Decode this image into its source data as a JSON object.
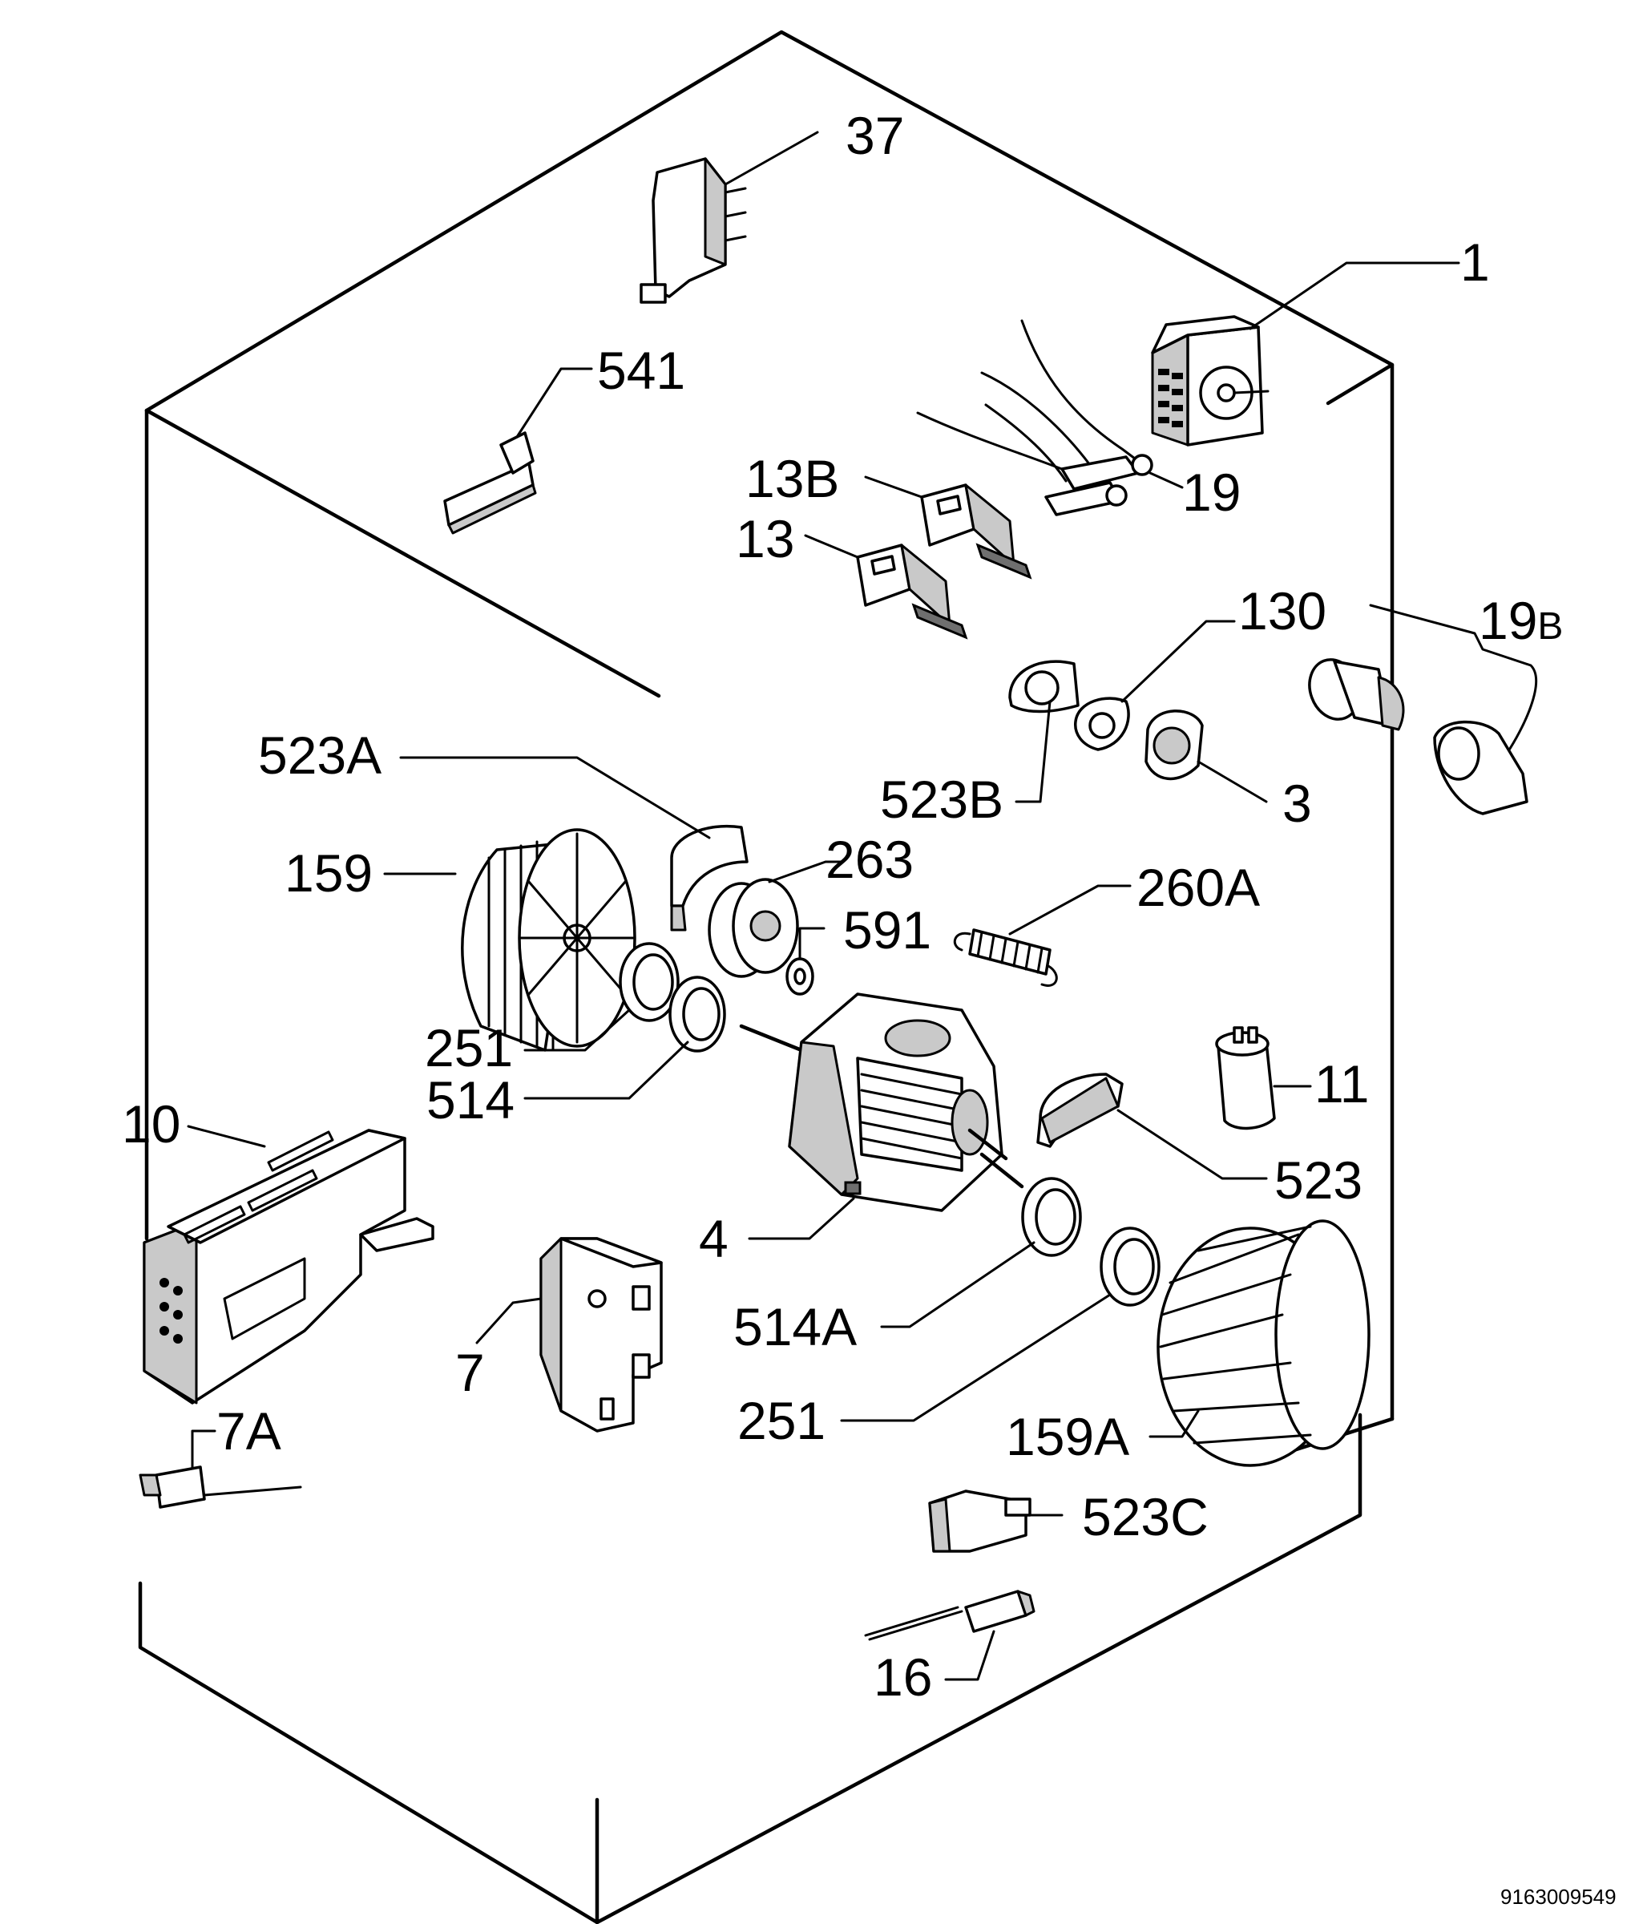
{
  "labels": {
    "p37": "37",
    "p1": "1",
    "p541": "541",
    "p13b": "13B",
    "p13": "13",
    "p19": "19",
    "p130": "130",
    "p19b_num": "19",
    "p19b_suffix": "B",
    "p523b": "523B",
    "p3": "3",
    "p523a": "523A",
    "p159": "159",
    "p263": "263",
    "p591": "591",
    "p260a": "260A",
    "p251a": "251",
    "p514": "514",
    "p11": "11",
    "p10": "10",
    "p523": "523",
    "p4": "4",
    "p514a": "514A",
    "p7": "7",
    "p251b": "251",
    "p159a": "159A",
    "p7a": "7A",
    "p523c": "523C",
    "p16": "16"
  },
  "document_number": "9163009549"
}
